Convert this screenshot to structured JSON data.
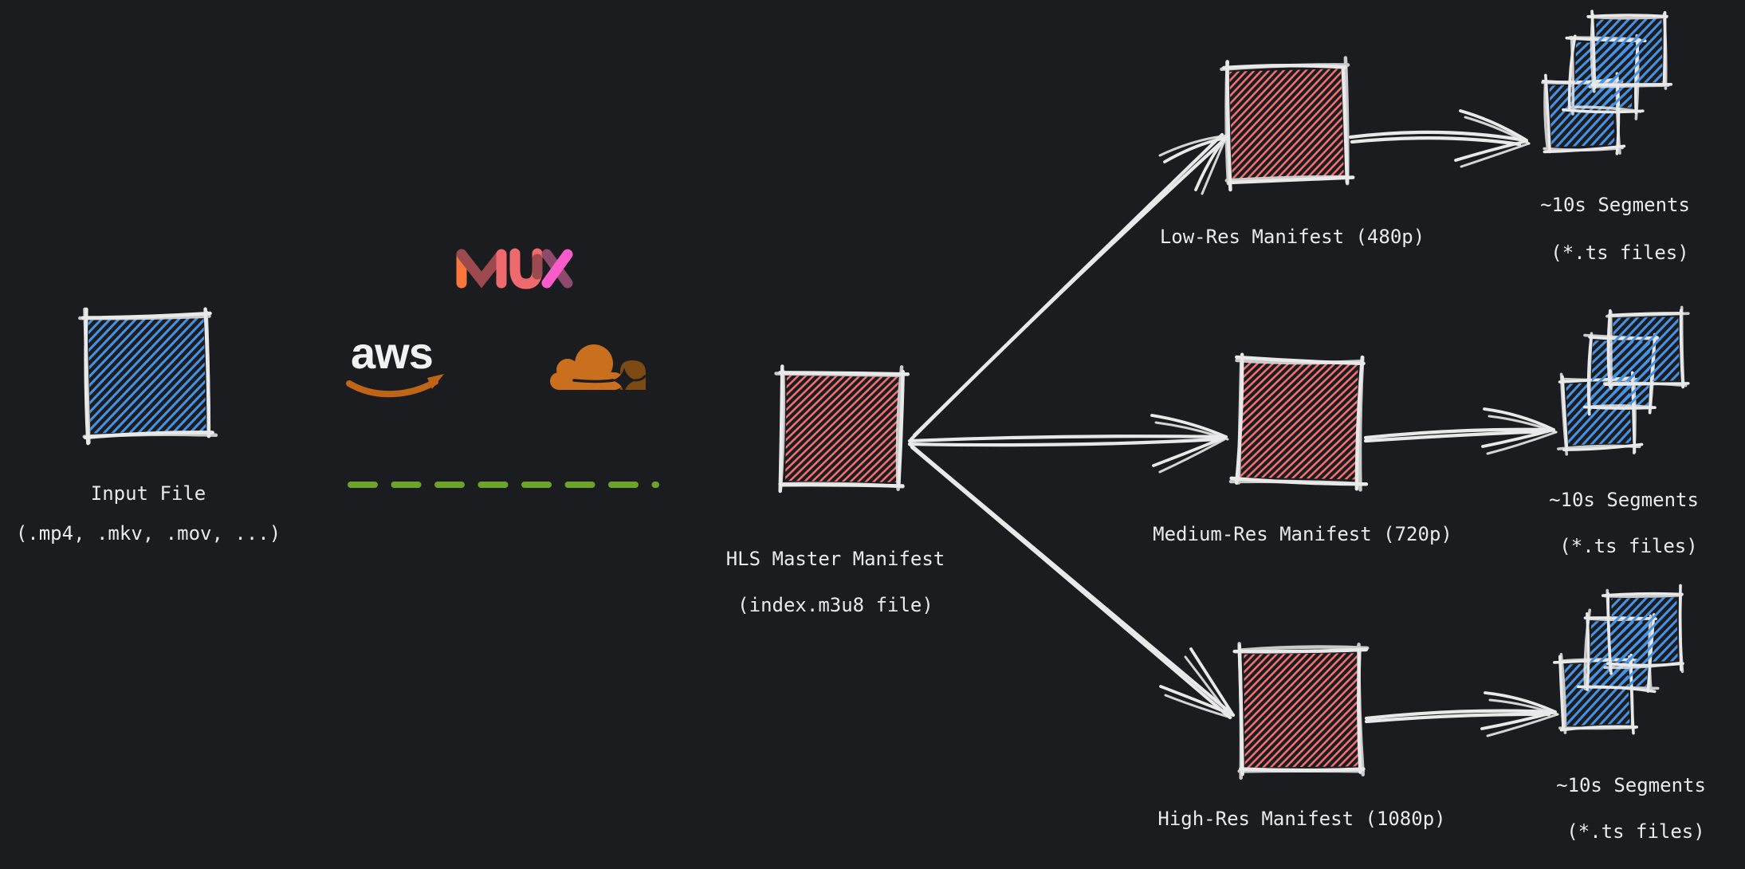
{
  "diagram": {
    "background": "#1b1c1f",
    "colors": {
      "sketch_stroke": "#e9e9ea",
      "blue_hatch": "#4694e6",
      "red_hatch": "#f87272",
      "green_dash": "#6da32c",
      "label_text": "#e9eaec"
    },
    "nodes": {
      "input_file": {
        "label": "Input File",
        "sublabel": "(.mp4, .mkv, .mov, ...)"
      },
      "master_manifest": {
        "label": "HLS Master Manifest",
        "sublabel": "(index.m3u8 file)"
      },
      "low_res": {
        "label": "Low-Res Manifest (480p)"
      },
      "medium_res": {
        "label": "Medium-Res Manifest (720p)"
      },
      "high_res": {
        "label": "High-Res Manifest (1080p)"
      },
      "segments_low": {
        "label": "~10s Segments",
        "sublabel": "(*.ts files)"
      },
      "segments_medium": {
        "label": "~10s Segments",
        "sublabel": "(*.ts files)"
      },
      "segments_high": {
        "label": "~10s Segments",
        "sublabel": "(*.ts files)"
      }
    },
    "logos": {
      "mux": {
        "text": "MUX",
        "orange": "#f9773d",
        "maroon": "#9c4a4f",
        "salmon": "#ef6a6e",
        "plum": "#8e4a6d",
        "pink": "#f95cc8"
      },
      "aws": {
        "text": "aws",
        "text_color": "#f2f2f2",
        "swoosh_color": "#bf6518"
      },
      "cloudflare": {
        "cloud_color": "#c96f1e",
        "shade_color": "#7c4a13"
      }
    }
  }
}
